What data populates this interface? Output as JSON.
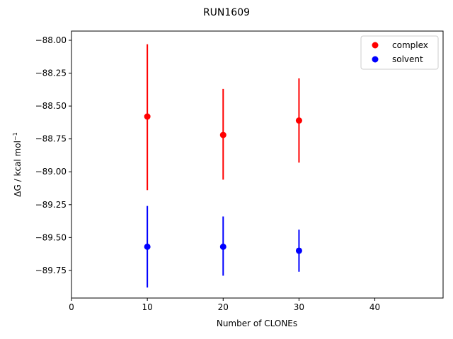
{
  "chart_data": {
    "type": "scatter",
    "title": "RUN1609",
    "xlabel": "Number of CLONEs",
    "ylabel_main": "ΔG / kcal mol",
    "ylabel_sup": "−1",
    "xlim": [
      0,
      49
    ],
    "ylim": [
      -89.96,
      -87.93
    ],
    "xticks": [
      0,
      10,
      20,
      30,
      40
    ],
    "xtick_labels": [
      "0",
      "10",
      "20",
      "30",
      "40"
    ],
    "yticks": [
      -88.0,
      -88.25,
      -88.5,
      -88.75,
      -89.0,
      -89.25,
      -89.5,
      -89.75
    ],
    "ytick_labels": [
      "−88.00",
      "−88.25",
      "−88.50",
      "−88.75",
      "−89.00",
      "−89.25",
      "−89.50",
      "−89.75"
    ],
    "grid": false,
    "legend_position": "top-right",
    "series": [
      {
        "name": "complex",
        "color": "#ff0000",
        "x": [
          10,
          20,
          30
        ],
        "y": [
          -88.58,
          -88.72,
          -88.61
        ],
        "yerr_low": [
          -89.14,
          -89.06,
          -88.93
        ],
        "yerr_high": [
          -88.03,
          -88.37,
          -88.29
        ]
      },
      {
        "name": "solvent",
        "color": "#0000ff",
        "x": [
          10,
          20,
          30
        ],
        "y": [
          -89.57,
          -89.57,
          -89.6
        ],
        "yerr_low": [
          -89.88,
          -89.79,
          -89.76
        ],
        "yerr_high": [
          -89.26,
          -89.34,
          -89.44
        ]
      }
    ]
  }
}
